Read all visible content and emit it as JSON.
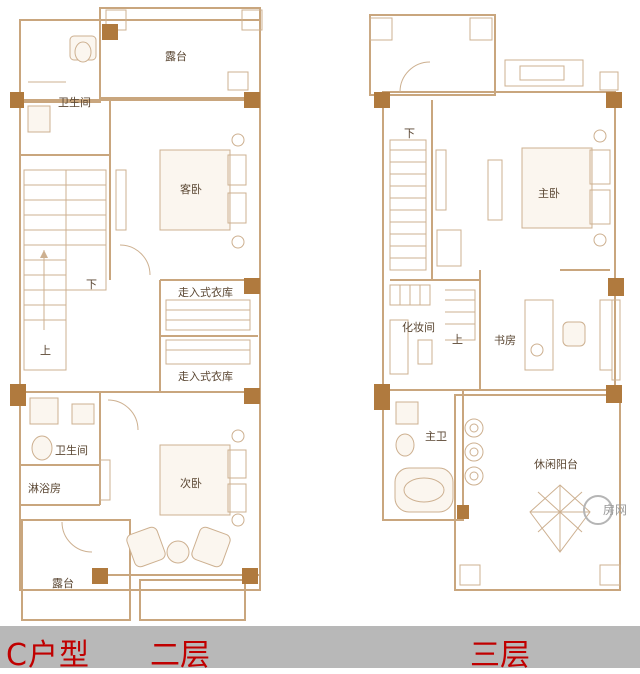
{
  "floor2": {
    "rooms": {
      "terrace_top": "露台",
      "bathroom_top": "卫生间",
      "guest_bedroom": "客卧",
      "walkin_closet_1": "走入式衣库",
      "walkin_closet_2": "走入式衣库",
      "bathroom_bottom": "卫生间",
      "shower_room": "淋浴房",
      "second_bedroom": "次卧",
      "terrace_bottom": "露台"
    },
    "stairs": {
      "down": "下",
      "up": "上"
    }
  },
  "floor3": {
    "rooms": {
      "master_bedroom": "主卧",
      "dressing_room": "化妆间",
      "study": "书房",
      "master_bath": "主卫",
      "leisure_balcony": "休闲阳台"
    },
    "stairs": {
      "down": "下",
      "up": "上"
    }
  },
  "footer": {
    "unit_type": "C户型",
    "floor2_title": "二层",
    "floor3_title": "三层"
  },
  "watermark": "房网",
  "colors": {
    "wall": "#c9a67e",
    "pillar": "#b07a3e",
    "label_text": "#5a4632",
    "footer_bg": "#b8b8b8",
    "footer_text": "#c00000"
  }
}
